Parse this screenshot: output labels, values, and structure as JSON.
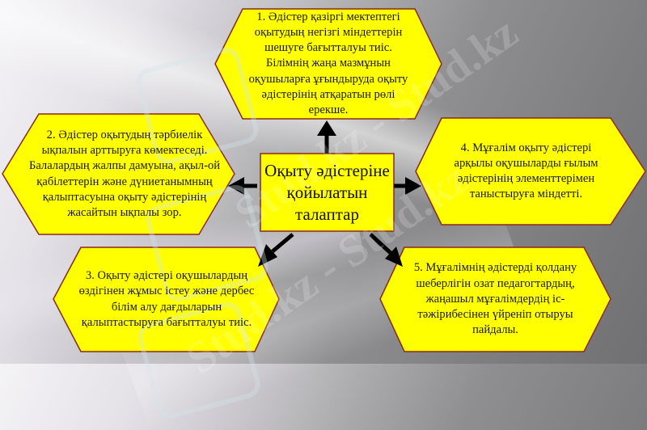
{
  "slide": {
    "center": {
      "title": "Оқыту әдістеріне қойылатын талаптар"
    },
    "requirements": [
      {
        "number": 1,
        "text": "1. Әдістер қазіргі мектептегі оқытудың негізгі міндеттерін шешуге бағытталуы тиіс. Білімнің жаңа мазмұнын оқушыларға ұғындыруда оқыту әдістерінің атқаратын рөлі ерекше."
      },
      {
        "number": 2,
        "text": "2. Әдістер оқытудың тәрбиелік ықпалын арттыруға көмектеседі. Балалардың жалпы дамуына, ақыл-ой қабілеттерін және дүниетанымның қалыптасуына оқыту әдістерінің жасайтын ықпалы зор."
      },
      {
        "number": 3,
        "text": "3. Оқыту әдістері оқушылардың өздігінен жұмыс істеу және дербес білім алу дағдыларын қалыптастыруға бағытталуы тиіс."
      },
      {
        "number": 4,
        "text": "4. Мұғалім оқыту әдістері арқылы оқушыларды ғылым әдістерінің элементтерімен таныстыруға міндетті."
      },
      {
        "number": 5,
        "text": "5. Мұғалімнің әдістерді қолдану шеберлігін озат педагогтардың, жаңашыл мұғалімдердің іс-тәжірибесінен үйреніп отыруы пайдалы."
      }
    ],
    "watermark": {
      "text": "Stud.kz - Stud.kz"
    }
  },
  "colors": {
    "shape_fill": "#ffff00",
    "shape_border": "#8b2a1a",
    "arrow": "#000000"
  }
}
